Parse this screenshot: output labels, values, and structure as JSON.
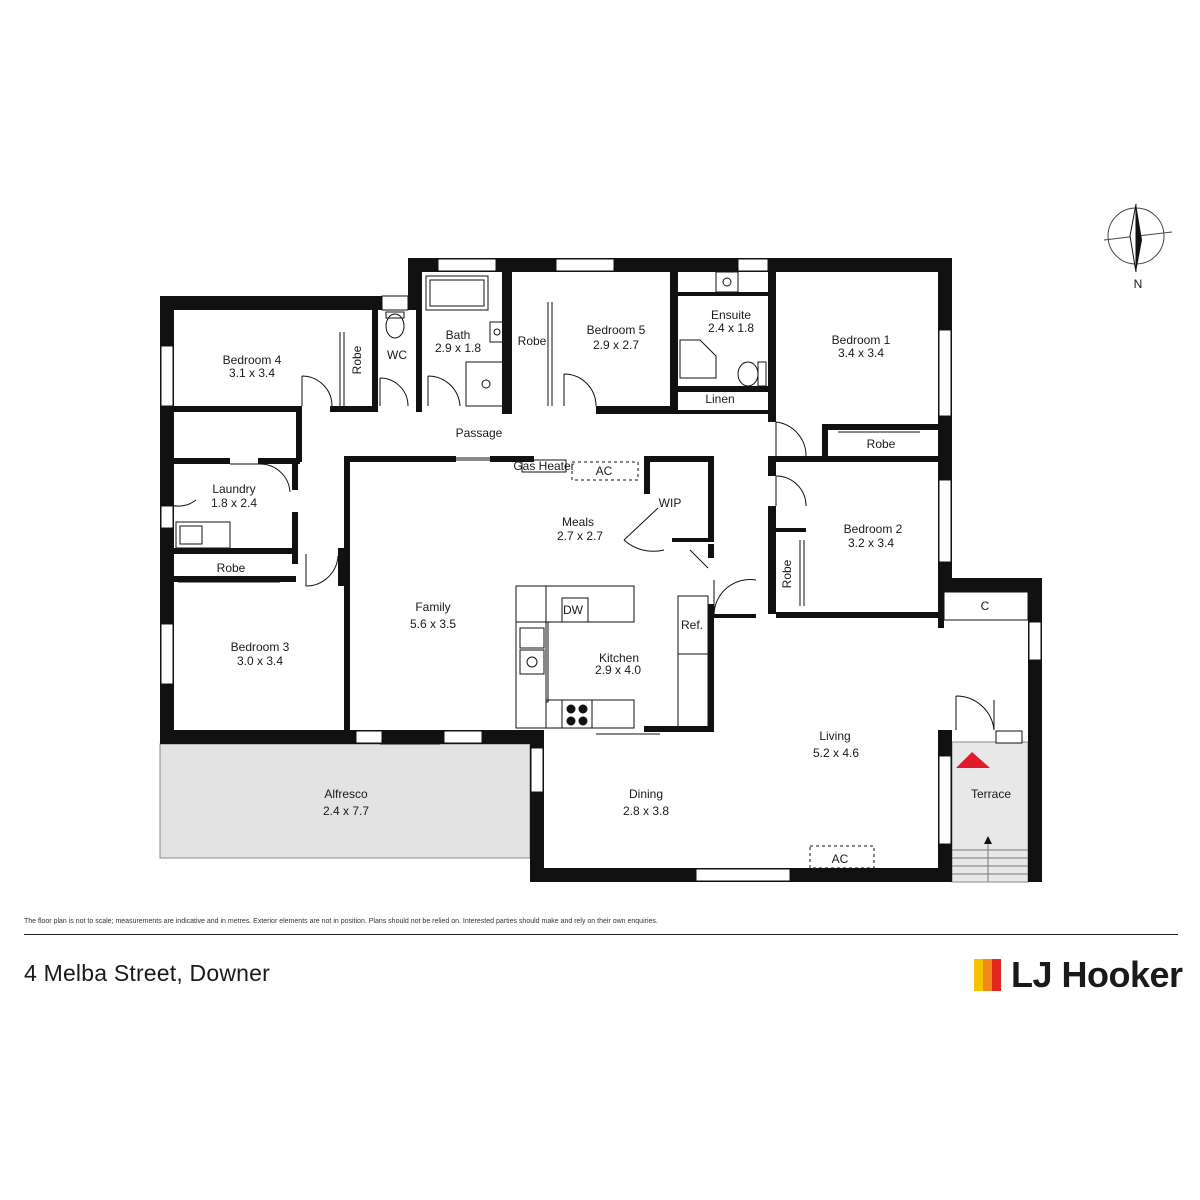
{
  "rooms": [
    {
      "id": "bedroom4",
      "name": "Bedroom 4",
      "size": "3.1 x 3.4"
    },
    {
      "id": "robe-b4",
      "name": "Robe"
    },
    {
      "id": "wc",
      "name": "WC"
    },
    {
      "id": "bath",
      "name": "Bath",
      "size": "2.9 x 1.8"
    },
    {
      "id": "robe-b5",
      "name": "Robe"
    },
    {
      "id": "bedroom5",
      "name": "Bedroom 5",
      "size": "2.9 x 2.7"
    },
    {
      "id": "ensuite",
      "name": "Ensuite",
      "size": "2.4 x 1.8"
    },
    {
      "id": "bedroom1",
      "name": "Bedroom 1",
      "size": "3.4 x 3.4"
    },
    {
      "id": "linen",
      "name": "Linen"
    },
    {
      "id": "robe-b1",
      "name": "Robe"
    },
    {
      "id": "passage",
      "name": "Passage"
    },
    {
      "id": "laundry",
      "name": "Laundry",
      "size": "1.8 x 2.4"
    },
    {
      "id": "robe-b3",
      "name": "Robe"
    },
    {
      "id": "bedroom3",
      "name": "Bedroom 3",
      "size": "3.0 x 3.4"
    },
    {
      "id": "meals",
      "name": "Meals",
      "size": "2.7 x 2.7"
    },
    {
      "id": "wip",
      "name": "WIP"
    },
    {
      "id": "family",
      "name": "Family",
      "size": "5.6 x 3.5"
    },
    {
      "id": "kitchen",
      "name": "Kitchen",
      "size": "2.9 x 4.0"
    },
    {
      "id": "bedroom2",
      "name": "Bedroom 2",
      "size": "3.2 x 3.4"
    },
    {
      "id": "robe-b2",
      "name": "Robe"
    },
    {
      "id": "cupboard",
      "name": "C"
    },
    {
      "id": "living",
      "name": "Living",
      "size": "5.2 x 4.6"
    },
    {
      "id": "terrace",
      "name": "Terrace"
    },
    {
      "id": "alfresco",
      "name": "Alfresco",
      "size": "2.4 x 7.7"
    },
    {
      "id": "dining",
      "name": "Dining",
      "size": "2.8 x 3.8"
    }
  ],
  "fixtures": {
    "gas_heater": "Gas Heater",
    "ac_meals": "AC",
    "ac_dining": "AC",
    "dishwasher": "DW",
    "fridge": "Ref."
  },
  "compass": {
    "label": "N"
  },
  "disclaimer": "The floor plan is not to scale; measurements are indicative and in metres. Exterior elements are not in position. Plans should not be relied on. Interested parties should make and rely on their own enquiries.",
  "address": "4 Melba Street, Downer",
  "brand": {
    "name": "LJ Hooker",
    "colors": [
      "#f5c400",
      "#f08a1c",
      "#e2271d"
    ]
  },
  "colors": {
    "wall": "#111111",
    "alfresco_fill": "#e3e3e3",
    "entry_marker": "#e11b2c"
  }
}
